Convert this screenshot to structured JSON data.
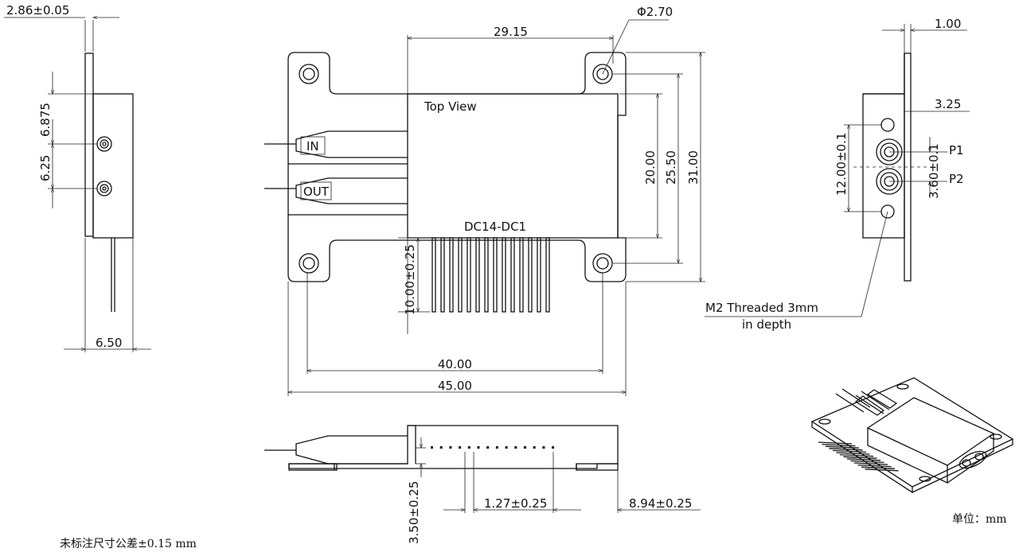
{
  "labels": {
    "top_view": "Top View",
    "model": "DC14-DC1",
    "port_in": "IN",
    "port_out": "OUT",
    "p1": "P1",
    "p2": "P2",
    "thread_line1": "M2 Threaded 3mm",
    "thread_line2": "in depth",
    "tolerance_note": "未标注尺寸公差±0.15 mm",
    "unit_note": "单位：mm"
  },
  "dimensions": {
    "d_2_86": "2.86±0.05",
    "d_6_875": "6.875",
    "d_6_25": "6.25",
    "d_6_50": "6.50",
    "d_29_15": "29.15",
    "d_phi": "Φ2.70",
    "d_20_00": "20.00",
    "d_25_50": "25.50",
    "d_31_00": "31.00",
    "d_10_00": "10.00±0.25",
    "d_40_00": "40.00",
    "d_45_00": "45.00",
    "d_1_00": "1.00",
    "d_3_25": "3.25",
    "d_12_00": "12.00±0.1",
    "d_3_60": "3.60±0.1",
    "d_3_50": "3.50±0.25",
    "d_1_27": "1.27±0.25",
    "d_8_94": "8.94±0.25"
  }
}
